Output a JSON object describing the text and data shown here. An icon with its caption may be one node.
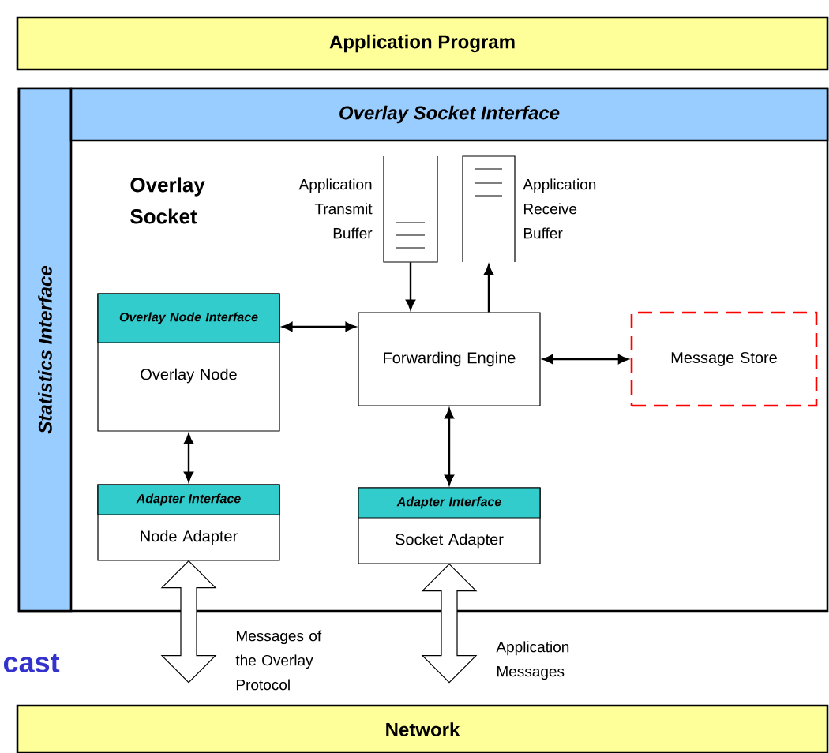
{
  "diagram": {
    "nodes": [
      {
        "text": [
          "Application Program"
        ]
      },
      {
        "text": [
          "Overlay Socket"
        ]
      },
      {
        "text": [
          "Statistics Interface"
        ],
        "in": 1
      },
      {
        "text": [
          "Overlay Socket Interface"
        ],
        "in": 1
      },
      {
        "text": [
          "Application Transmit Buffer"
        ],
        "in": 1
      },
      {
        "text": [
          "Application Receive Buffer"
        ],
        "in": 1
      },
      {
        "text": [
          "Overlay Node Interface",
          "Overlay Node"
        ],
        "in": 1
      },
      {
        "text": [
          "Forwarding Engine"
        ],
        "in": 1
      },
      {
        "text": [
          "Message Store"
        ],
        "in": 1
      },
      {
        "text": [
          "Adapter Interface",
          "Node Adapter"
        ],
        "in": 1
      },
      {
        "text": [
          "Adapter Interface",
          "Socket Adapter"
        ],
        "in": 1
      },
      {
        "text": [
          "Network"
        ]
      }
    ],
    "edges": [
      {
        "from": 4,
        "to": 7,
        "arrow": "to"
      },
      {
        "from": 7,
        "to": 5,
        "arrow": "to"
      },
      {
        "from": 6,
        "to": 7,
        "arrow": "both"
      },
      {
        "from": 7,
        "to": 8,
        "arrow": "both"
      },
      {
        "from": 6,
        "to": 9,
        "arrow": "both"
      },
      {
        "from": 7,
        "to": 10,
        "arrow": "both"
      },
      {
        "from": 9,
        "to": 11,
        "arrow": "both",
        "style": "thick",
        "label": "Messages of the Overlay Protocol"
      },
      {
        "from": 10,
        "to": 11,
        "arrow": "both",
        "style": "thick",
        "label": "Application Messages"
      }
    ],
    "labels": [
      "cast"
    ]
  }
}
